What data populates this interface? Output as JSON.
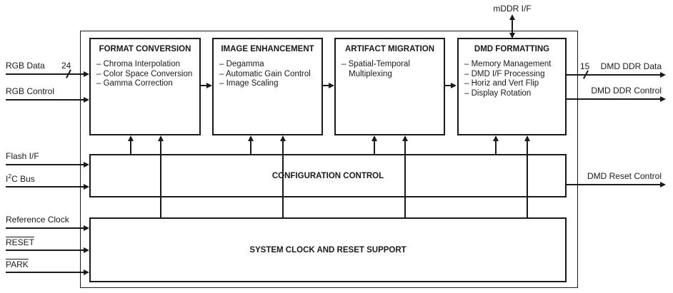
{
  "diagram": {
    "mddr_port_label": "mDDR I/F",
    "processing_blocks": [
      {
        "title": "FORMAT CONVERSION",
        "items": [
          "– Chroma Interpolation",
          "– Color Space Conversion",
          "– Gamma Correction"
        ]
      },
      {
        "title": "IMAGE ENHANCEMENT",
        "items": [
          "– Degamma",
          "– Automatic Gain Control",
          "– Image Scaling"
        ]
      },
      {
        "title": "ARTIFACT MIGRATION",
        "items": [
          "– Spatial-Temporal Multiplexing"
        ]
      },
      {
        "title": "DMD FORMATTING",
        "items": [
          "– Memory Management",
          "– DMD I/F Processing",
          "– Horiz and Vert Flip",
          "– Display Rotation"
        ]
      }
    ],
    "config_block_title": "CONFIGURATION CONTROL",
    "system_block_title": "SYSTEM CLOCK AND RESET SUPPORT",
    "left_ports": [
      {
        "label": "RGB Data",
        "bus_width": "24"
      },
      {
        "label": "RGB Control"
      },
      {
        "label": "Flash I/F"
      },
      {
        "label_pre": "I",
        "label_sup": "2",
        "label_post": "C Bus"
      },
      {
        "label": "Reference Clock"
      },
      {
        "label": "RESET"
      },
      {
        "label": "PARK"
      }
    ],
    "right_ports": [
      {
        "label": "DMD DDR Data",
        "bus_width": "15"
      },
      {
        "label": "DMD DDR Control"
      },
      {
        "label": "DMD Reset Control"
      }
    ],
    "colors": {
      "line": "#1a1a1a",
      "background": "#ffffff"
    }
  }
}
